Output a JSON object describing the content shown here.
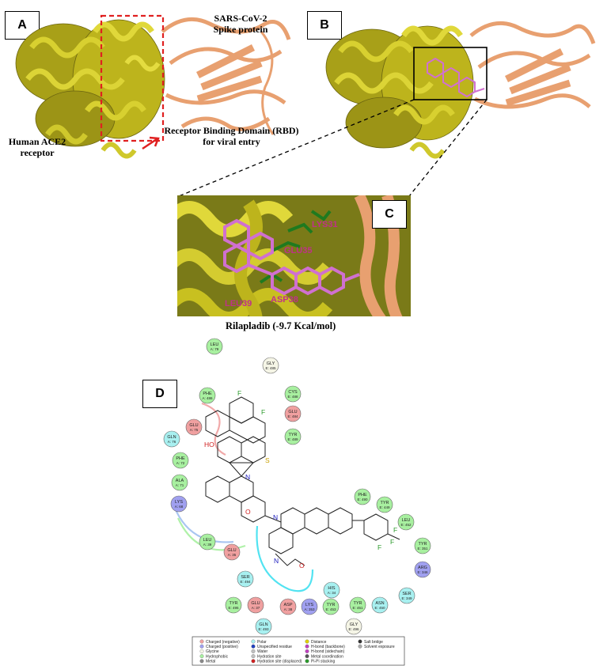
{
  "panels": {
    "a": "A",
    "b": "B",
    "c": "C",
    "d": "D"
  },
  "panel_a": {
    "spike_label": "SARS-CoV-2\nSpike protein",
    "ace2_label": "Human ACE2\nreceptor",
    "rbd_label": "Receptor Binding Domain (RBD)\nfor viral entry"
  },
  "panel_c": {
    "residues": [
      "GLU35",
      "LEU39",
      "ASP38",
      "LYS31"
    ],
    "caption": "Rilapladib (-9.7 Kcal/mol)"
  },
  "panel_d": {
    "residues": [
      {
        "name": "LEU",
        "id": "A: 79",
        "type": "hydrophobic"
      },
      {
        "name": "GLY",
        "id": "E: 485",
        "type": "glycine"
      },
      {
        "name": "PHE",
        "id": "A: 486",
        "type": "hydrophobic"
      },
      {
        "name": "CYS",
        "id": "E: 488",
        "type": "hydrophobic"
      },
      {
        "name": "GLU",
        "id": "E: 484",
        "type": "negative"
      },
      {
        "name": "TYR",
        "id": "E: 489",
        "type": "hydrophobic"
      },
      {
        "name": "GLU",
        "id": "A: 75",
        "type": "negative"
      },
      {
        "name": "GLN",
        "id": "A: 76",
        "type": "polar"
      },
      {
        "name": "PHE",
        "id": "A: 72",
        "type": "hydrophobic"
      },
      {
        "name": "ALA",
        "id": "A: 71",
        "type": "hydrophobic"
      },
      {
        "name": "LYS",
        "id": "A: 68",
        "type": "positive"
      },
      {
        "name": "PHE",
        "id": "E: 490",
        "type": "hydrophobic"
      },
      {
        "name": "TYR",
        "id": "E: 449",
        "type": "hydrophobic"
      },
      {
        "name": "LEU",
        "id": "E: 452",
        "type": "hydrophobic"
      },
      {
        "name": "TYR",
        "id": "E: 351",
        "type": "hydrophobic"
      },
      {
        "name": "ARG",
        "id": "E: 346",
        "type": "positive"
      },
      {
        "name": "LEU",
        "id": "A: 39",
        "type": "hydrophobic"
      },
      {
        "name": "GLU",
        "id": "A: 35",
        "type": "negative"
      },
      {
        "name": "SER",
        "id": "E: 494",
        "type": "polar"
      },
      {
        "name": "HIS",
        "id": "A: 34",
        "type": "polar"
      },
      {
        "name": "SER",
        "id": "E: 349",
        "type": "polar"
      },
      {
        "name": "TYR",
        "id": "E: 495",
        "type": "hydrophobic"
      },
      {
        "name": "GLU",
        "id": "A: 37",
        "type": "negative"
      },
      {
        "name": "ASP",
        "id": "A: 38",
        "type": "negative"
      },
      {
        "name": "LYS",
        "id": "A: 353",
        "type": "positive"
      },
      {
        "name": "TYR",
        "id": "E: 453",
        "type": "hydrophobic"
      },
      {
        "name": "TYR",
        "id": "E: 451",
        "type": "hydrophobic"
      },
      {
        "name": "ASN",
        "id": "E: 450",
        "type": "polar"
      },
      {
        "name": "GLN",
        "id": "E: 493",
        "type": "polar"
      },
      {
        "name": "GLY",
        "id": "E: 496",
        "type": "glycine"
      }
    ],
    "atoms": [
      "F",
      "F",
      "HO",
      "S",
      "N",
      "O",
      "N",
      "N",
      "O",
      "F",
      "F",
      "F"
    ],
    "legend": {
      "col1": [
        "Charged (negative)",
        "Charged (positive)",
        "Glycine",
        "Hydrophobic",
        "Metal"
      ],
      "col2": [
        "Polar",
        "Unspecified residue",
        "Water",
        "Hydration site",
        "Hydration site (displaced)"
      ],
      "col3": [
        "Distance",
        "H-bond (backbone)",
        "H-bond (sidechain)",
        "Metal coordination",
        "Pi-Pi stacking"
      ],
      "col4": [
        "Salt bridge",
        "Solvent exposure"
      ]
    },
    "colors": {
      "negative": "#f0a0a0",
      "positive": "#a0a0f0",
      "glycine": "#f5f5e6",
      "hydrophobic": "#a8f0a0",
      "polar": "#a8f0f0",
      "accent_red": "#e02020",
      "helix_yellow": "#c8c020",
      "spike_salmon": "#e8a070",
      "ligand_pink": "#d070d0"
    }
  }
}
